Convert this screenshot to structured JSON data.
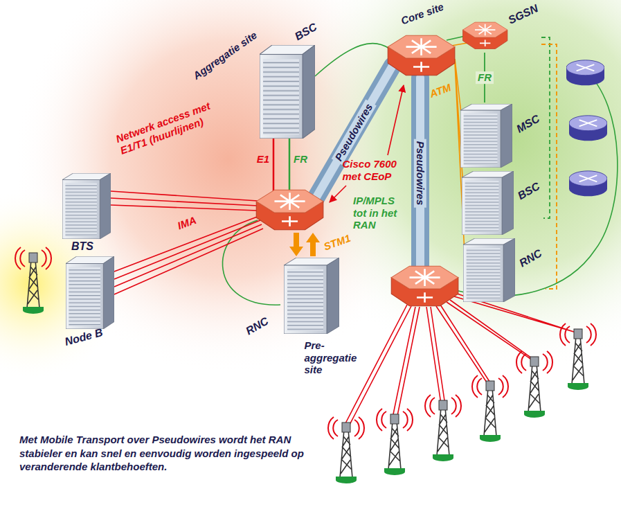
{
  "diagram": {
    "caption": "Met Mobile Transport over Pseudowires wordt het RAN stabieler en kan snel en eenvoudig worden ingespeeld op veranderende klantbehoeften.",
    "nodes": [
      {
        "text": [
          "BTS"
        ]
      },
      {
        "text": [
          "Node B"
        ]
      },
      {
        "text": [
          "BSC"
        ]
      },
      {
        "text": [
          "RNC"
        ]
      },
      {
        "text": [
          "SGSN"
        ]
      },
      {
        "text": [
          "MSC"
        ]
      },
      {
        "text": [
          "BSC"
        ]
      },
      {
        "text": [
          "RNC"
        ]
      }
    ],
    "edges": [
      {
        "from": 4,
        "to": 5,
        "label": "FR",
        "arrow": "none"
      },
      {
        "from": 4,
        "to": 6,
        "arrow": "none"
      },
      {
        "from": 4,
        "to": 7,
        "arrow": "none"
      }
    ],
    "labels": [
      "Aggregatie site",
      "Netwerk access met E1/T1 (huurlijnen)",
      "E1",
      "FR",
      "IMA",
      "Pseudowires",
      "Cisco 7600 met CEoP",
      "STM1",
      "ATM",
      "Pseudowires",
      "IP/MPLS tot in het RAN",
      "Pre-aggregatie site",
      "Core site"
    ]
  }
}
